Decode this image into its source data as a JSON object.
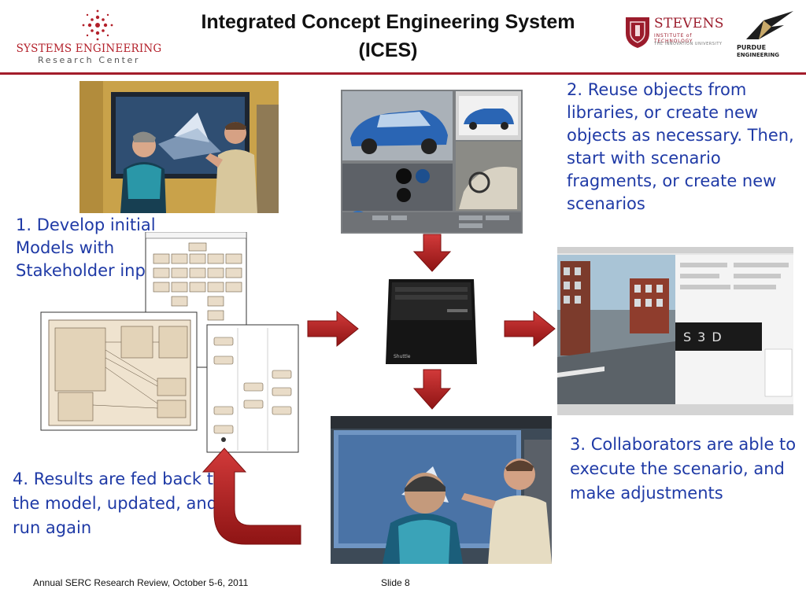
{
  "header": {
    "title_line1": "Integrated Concept Engineering System",
    "title_line2": "(ICES)",
    "serc_logo": {
      "line1": "SYSTEMS ENGINEERING",
      "line2": "Research Center"
    },
    "stevens_logo": {
      "name": "STEVENS",
      "sub": "INSTITUTE of TECHNOLOGY",
      "tagline": "THE INNOVATION UNIVERSITY"
    },
    "purdue_logo": {
      "name": "PURDUE",
      "sub": "ENGINEERING"
    }
  },
  "steps": {
    "step1": "1. Develop initial Models with Stakeholder input",
    "step2": "2. Reuse objects from libraries, or create new objects as necessary. Then, start with scenario fragments, or create new scenarios",
    "step3": "3. Collaborators are able to execute the scenario, and make adjustments",
    "step4": "4. Results are fed back to the model, updated, and run again"
  },
  "images": {
    "photo_team_top": "photo-two-people-at-display",
    "cad_car": "3d-car-modeling-screenshot",
    "city_scene": "3d-city-simulation-screenshot",
    "photo_team_bottom": "photo-collaborators-at-display",
    "computer": "workstation-computer",
    "diagrams": "sysml-diagrams"
  },
  "computer_label": "Shuttle",
  "colors": {
    "accent": "#a31d2b",
    "text_blue": "#1f3aa6",
    "arrow_red": "#b01c1c"
  },
  "footer": {
    "left": "Annual SERC Research Review, October 5-6, 2011",
    "right": "Slide 8"
  }
}
